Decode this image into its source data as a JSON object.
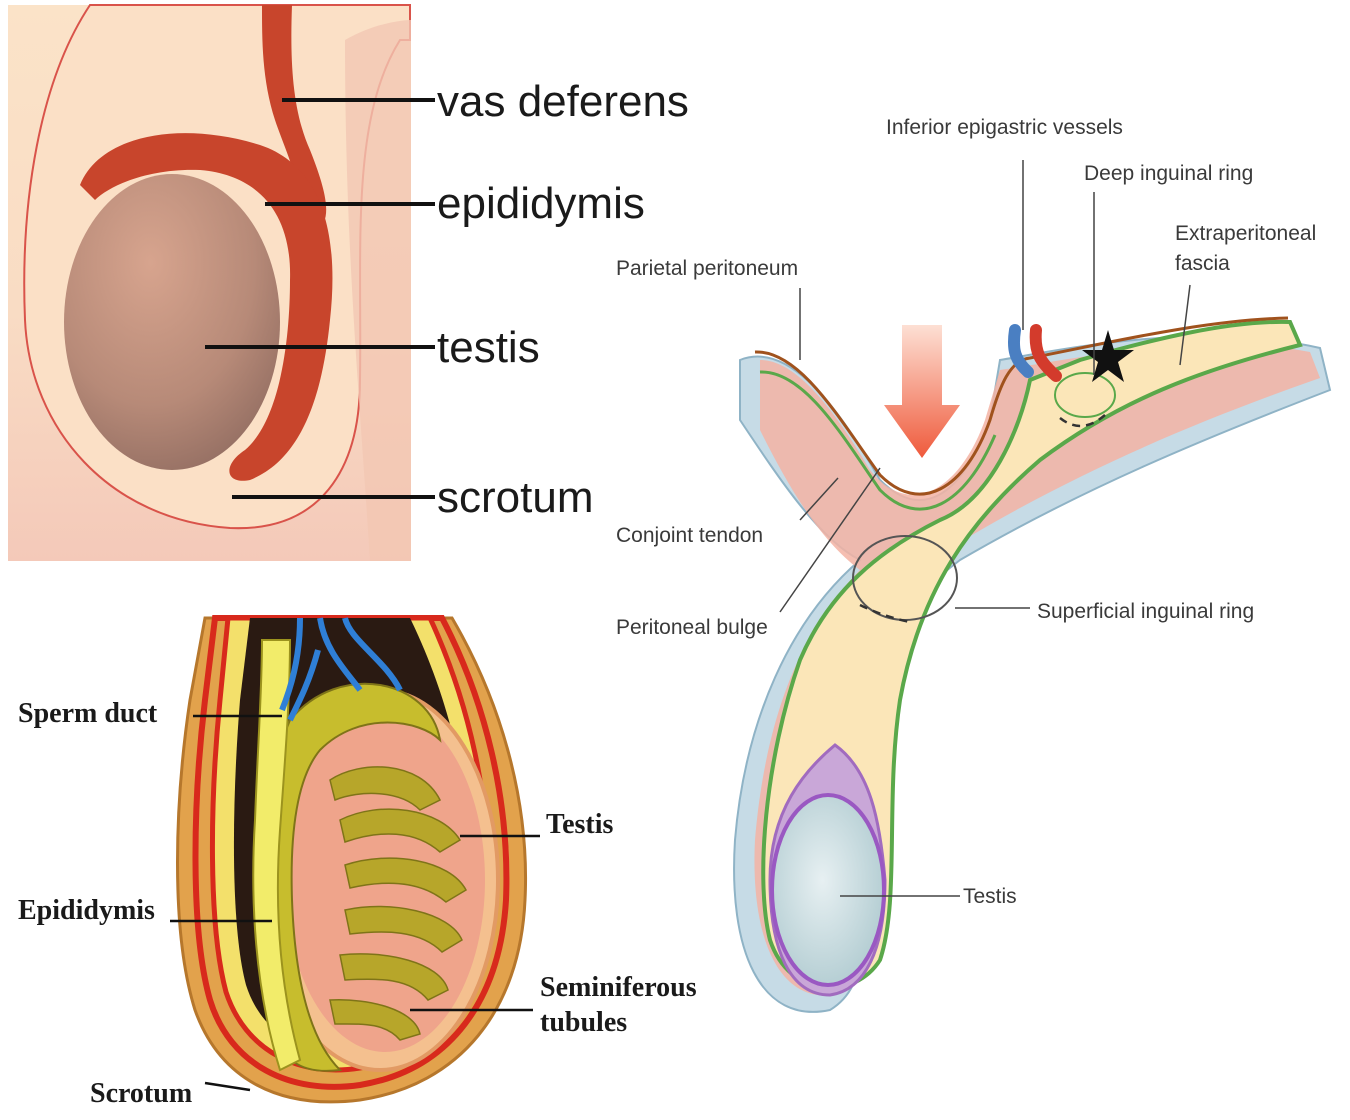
{
  "panel_a": {
    "labels": {
      "vas_deferens": "vas deferens",
      "epididymis": "epididymis",
      "testis": "testis",
      "scrotum": "scrotum"
    }
  },
  "panel_b": {
    "labels": {
      "sperm_duct": "Sperm duct",
      "testis": "Testis",
      "epididymis": "Epididymis",
      "seminiferous_line1": "Seminiferous",
      "seminiferous_line2": "tubules",
      "scrotum": "Scrotum"
    }
  },
  "panel_c": {
    "labels": {
      "inferior_epigastric": "Inferior epigastric vessels",
      "deep_ring": "Deep inguinal ring",
      "extraperitoneal_line1": "Extraperitoneal",
      "extraperitoneal_line2": "fascia",
      "parietal_peritoneum": "Parietal peritoneum",
      "conjoint_tendon": "Conjoint tendon",
      "peritoneal_bulge": "Peritoneal bulge",
      "superficial_ring": "Superficial inguinal ring",
      "testis": "Testis"
    }
  }
}
